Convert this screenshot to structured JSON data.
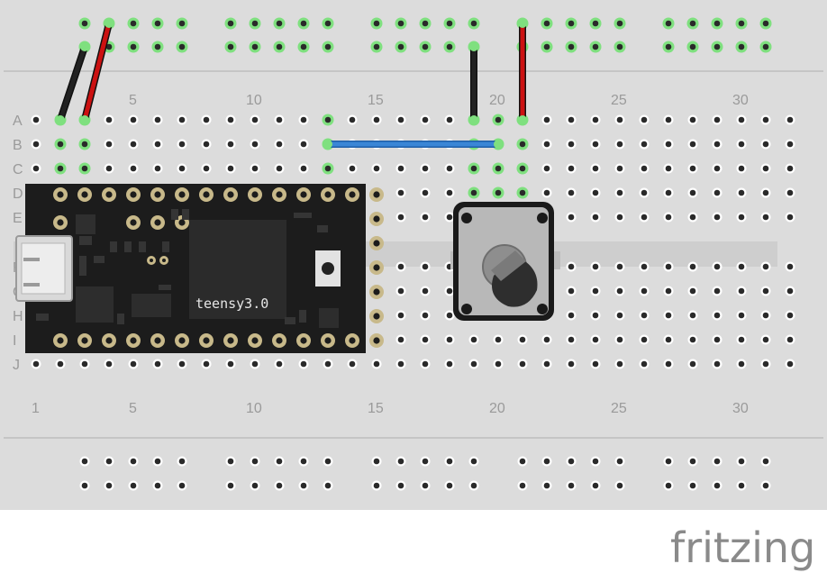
{
  "board": {
    "row_labels": [
      "A",
      "B",
      "C",
      "D",
      "E",
      "F",
      "G",
      "H",
      "I",
      "J"
    ],
    "column_numbers": [
      "1",
      "5",
      "10",
      "15",
      "20",
      "25",
      "30"
    ],
    "top_column_numbers": [
      "5",
      "10",
      "15",
      "20",
      "25",
      "30"
    ]
  },
  "teensy": {
    "label": "teensy3.0"
  },
  "potentiometer": {
    "name": "rotary potentiometer"
  },
  "wires": [
    {
      "name": "gnd-jumper-left",
      "color": "#222222"
    },
    {
      "name": "vcc-jumper-left",
      "color": "#cc1111"
    },
    {
      "name": "bridge-wire",
      "color": "#3a86d6"
    },
    {
      "name": "gnd-jumper-right",
      "color": "#222222"
    },
    {
      "name": "vcc-jumper-right",
      "color": "#cc1111"
    }
  ],
  "colors": {
    "breadboard": "#dcdcdc",
    "hole": "#2a2a2a",
    "active_hole": "#7fe07f",
    "teensy_body": "#1c1c1c",
    "pad": "#c8b98a"
  },
  "logo": {
    "text": "fritzing"
  }
}
